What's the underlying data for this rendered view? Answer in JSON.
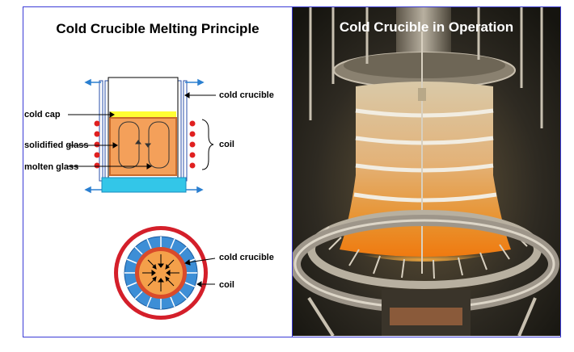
{
  "left_panel": {
    "title": "Cold Crucible Melting Principle",
    "side_labels": {
      "cold_cap": "cold cap",
      "solidified_glass": "solidified glass",
      "molten_glass": "molten glass"
    },
    "right_labels": {
      "cold_crucible_top": "cold crucible",
      "coil_top": "coil",
      "cold_crucible_bottom": "cold crucible",
      "coil_bottom": "coil"
    }
  },
  "right_panel": {
    "title": "Cold Crucible in Operation"
  },
  "colors": {
    "border": "#3b3bd6",
    "cold_cap": "#ffff00",
    "molten": "#f4a05a",
    "water_base": "#33c6e8",
    "coil": "#cc1a1a",
    "segment": "#4a9fd8"
  }
}
